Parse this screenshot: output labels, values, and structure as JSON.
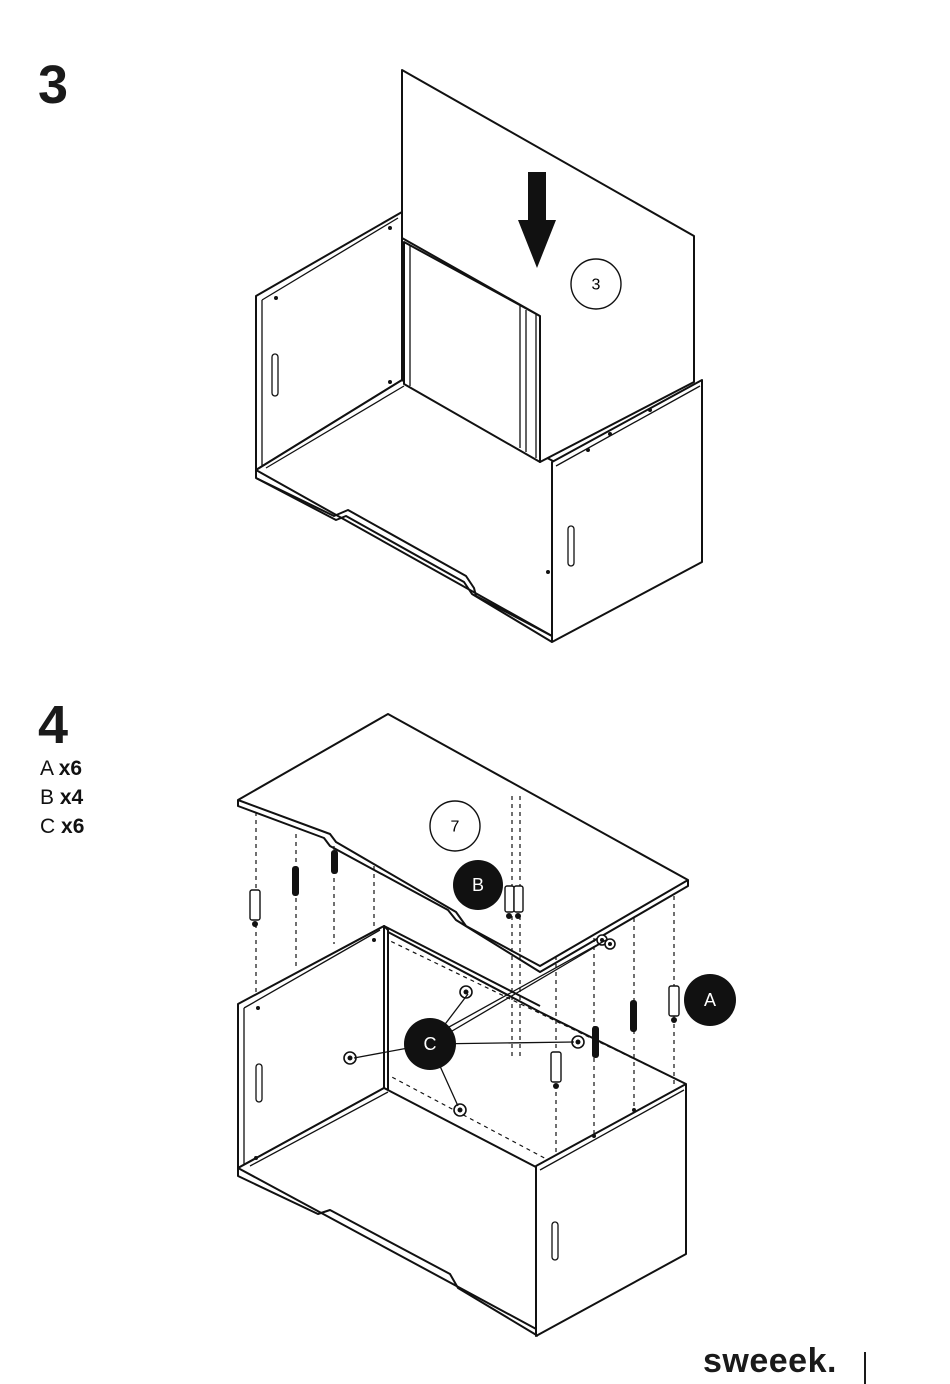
{
  "steps": [
    {
      "number": "3",
      "callout": "3"
    },
    {
      "number": "4",
      "callout": "7",
      "parts": [
        {
          "letter": "A",
          "qty": "x6"
        },
        {
          "letter": "B",
          "qty": "x4"
        },
        {
          "letter": "C",
          "qty": "x6"
        }
      ],
      "badges": {
        "a": "A",
        "b": "B",
        "c": "C"
      }
    }
  ],
  "brand": {
    "name": "sweeek."
  },
  "colors": {
    "line": "#111111",
    "badge_fill": "#111111",
    "background": "#ffffff"
  }
}
